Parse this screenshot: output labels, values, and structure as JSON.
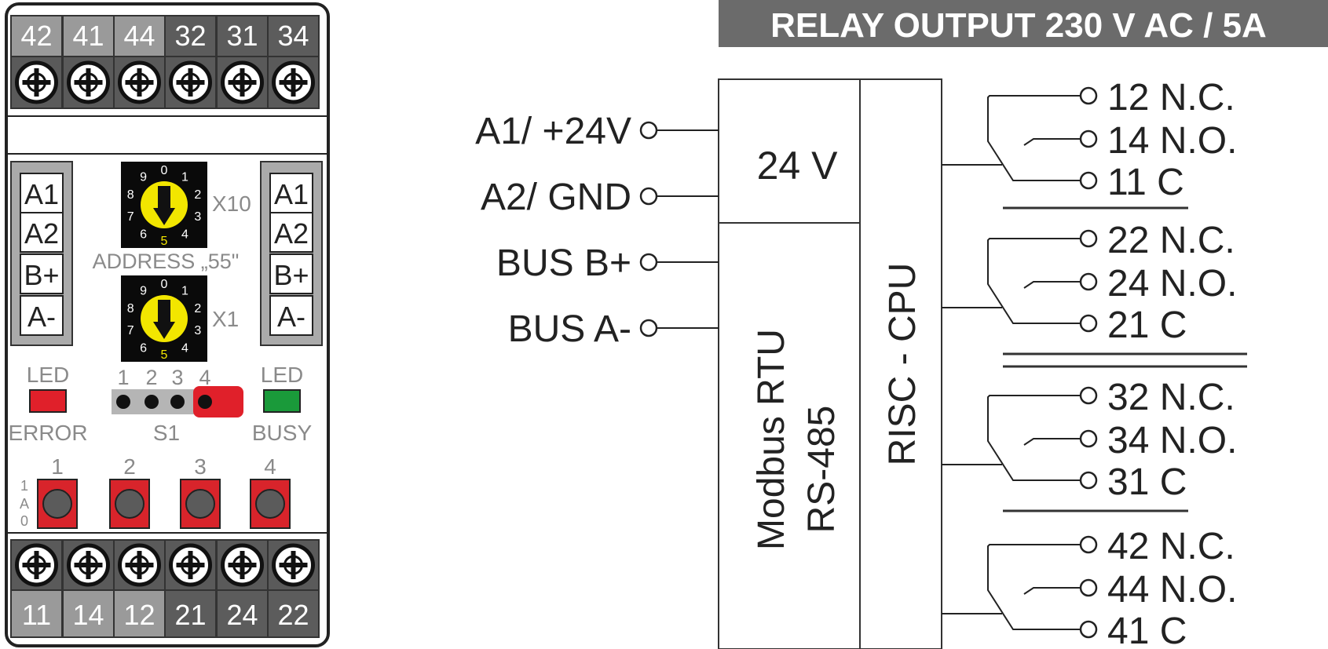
{
  "device": {
    "top_terminals": [
      "42",
      "41",
      "44",
      "32",
      "31",
      "34"
    ],
    "bottom_terminals": [
      "11",
      "14",
      "12",
      "21",
      "24",
      "22"
    ],
    "left_connector": [
      "A1",
      "A2",
      "B+",
      "A-"
    ],
    "right_connector": [
      "A1",
      "A2",
      "B+",
      "A-"
    ],
    "address_label": "ADDRESS „55\"",
    "dial_x10_label": "X10",
    "dial_x1_label": "X1",
    "dial_digits": [
      "0",
      "1",
      "2",
      "3",
      "4",
      "5",
      "6",
      "7",
      "8",
      "9"
    ],
    "led_error": {
      "top": "LED",
      "bottom": "ERROR",
      "color": "#e0202a"
    },
    "led_busy": {
      "top": "LED",
      "bottom": "BUSY",
      "color": "#1a9a3a"
    },
    "switch_label": "S1",
    "switch_numbers": [
      "1",
      "2",
      "3",
      "4"
    ],
    "button_numbers": [
      "1",
      "2",
      "3",
      "4"
    ],
    "side_marks": [
      "1",
      "A",
      "0"
    ]
  },
  "schematic": {
    "header": "RELAY OUTPUT 230 V AC / 5A",
    "inputs": [
      "A1/ +24V",
      "A2/ GND",
      "BUS B+",
      "BUS A-"
    ],
    "power_block": "24 V",
    "comm_block_line1": "Modbus RTU",
    "comm_block_line2": "RS-485",
    "cpu_block": "RISC - CPU",
    "relays": [
      {
        "nc": "12 N.C.",
        "no": "14 N.O.",
        "c": "11 C"
      },
      {
        "nc": "22 N.C.",
        "no": "24 N.O.",
        "c": "21 C"
      },
      {
        "nc": "32 N.C.",
        "no": "34 N.O.",
        "c": "31 C"
      },
      {
        "nc": "42 N.C.",
        "no": "44 N.O.",
        "c": "41 C"
      }
    ]
  },
  "colors": {
    "header_bg": "#6b6b6b",
    "terminal_light": "#9a9a9a",
    "terminal_dark": "#5c5c5c",
    "dial_yellow": "#f2e600",
    "button_red": "#d8242b"
  }
}
